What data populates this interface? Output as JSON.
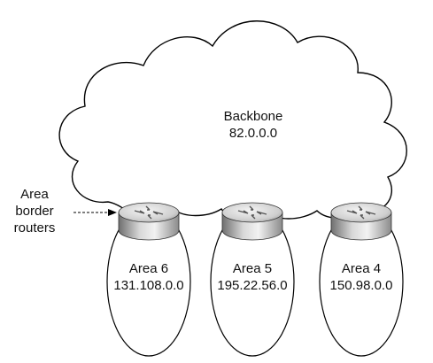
{
  "backbone": {
    "name": "Backbone",
    "network": "82.0.0.0"
  },
  "border_routers_label": [
    "Area",
    "border",
    "routers"
  ],
  "areas": [
    {
      "name": "Area 6",
      "network": "131.108.0.0"
    },
    {
      "name": "Area 5",
      "network": "195.22.56.0"
    },
    {
      "name": "Area 4",
      "network": "150.98.0.0"
    }
  ],
  "colors": {
    "line": "#000000",
    "router_light": "#e6e6e6",
    "router_dark": "#7a7a7a"
  }
}
